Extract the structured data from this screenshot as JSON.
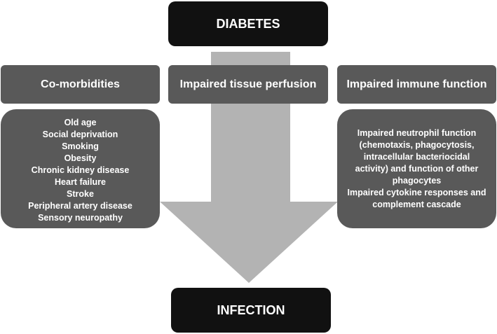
{
  "top_box": {
    "label": "DIABETES"
  },
  "bottom_box": {
    "label": "INFECTION"
  },
  "headers": {
    "comorbidities": "Co-morbidities",
    "perfusion": "Impaired tissue perfusion",
    "immune": "Impaired immune function"
  },
  "comorbidities_list": [
    "Old age",
    "Social deprivation",
    "Smoking",
    "Obesity",
    "Chronic kidney disease",
    "Heart failure",
    "Stroke",
    "Peripheral artery disease",
    "Sensory neuropathy"
  ],
  "immune_list": [
    "Impaired neutrophil function",
    "(chemotaxis, phagocytosis,",
    "intracellular bacteriocidal",
    "activity) and function of other",
    "phagocytes",
    "Impaired cytokine responses and",
    "complement cascade"
  ],
  "colors": {
    "dark_box": "#111111",
    "grey_box": "#595959",
    "arrow": "#b3b3b3",
    "text": "#ffffff"
  }
}
